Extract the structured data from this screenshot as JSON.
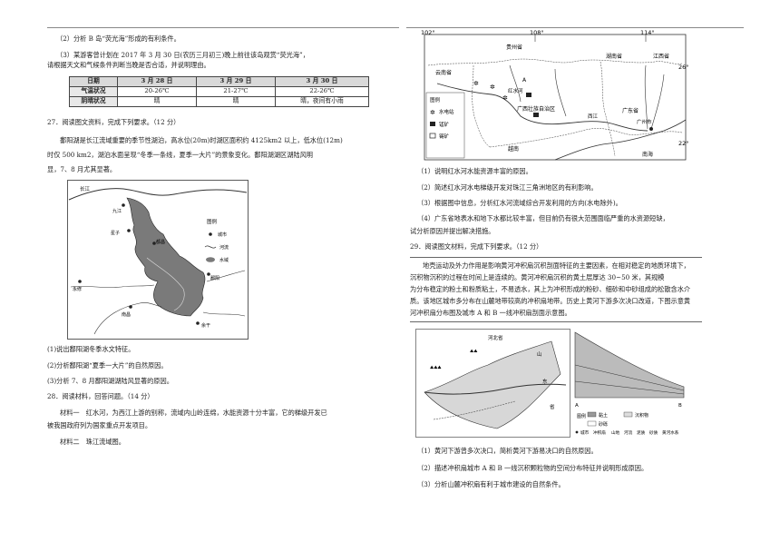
{
  "left": {
    "q2_b": "（2）分析 B 岛“荧光海”形成的有利条件。",
    "q3_line1": "（3）某游客曾计划在 2017 年 3 月 30 日(农历三月初三)晚上前往该岛观赏“荧光海”，",
    "q3_line2": "请根据天文和气候条件判断当晚是否合适，并说明理由。",
    "weather_table": {
      "headers": [
        "日期",
        "3 月 28 日",
        "3 月 29 日",
        "3 月 30 日"
      ],
      "rows": [
        [
          "气温状况",
          "20-26℃",
          "21-27℃",
          "22-26℃"
        ],
        [
          "阴晴状况",
          "晴",
          "晴",
          "晴，夜间有小雨"
        ]
      ]
    },
    "q27_title": "27．阅读图文资料，完成下列要求。（12 分）",
    "q27_text1": "鄱阳湖是长江流域重要的季节性湖泊，高水位(20m)时湖区面积约 4125km2 以上，低水位(12m)",
    "q27_text2": "时仅 500 km2，湖泊水面呈现“冬季一条线，夏季一大片”的景象变化。鄱阳湖湖区湖陆风明",
    "q27_text3": "显，7、8 月尤其显著。",
    "map1": {
      "river_label": "长江",
      "cities": [
        "九江",
        "星子",
        "都昌",
        "鄱阳",
        "永修",
        "南昌",
        "余干"
      ],
      "legend_title": "图例",
      "legend": [
        "城市",
        "河流",
        "水域"
      ]
    },
    "q27_1": "(1)说出鄱阳湖冬季水文特征。",
    "q27_2": "(2)分析鄱阳湖“夏季一大片”的自然原因。",
    "q27_3": "(3)分析 7、8 月鄱阳湖湖陆风显著的原因。",
    "q28_title": "28．阅读材料，回答问题。（14 分）",
    "q28_m1a": "材料一　红水河，为西江上游的别称，流域内山岭连绵，水能资源十分丰富，它的梯级开发已",
    "q28_m1b": "被我国政府列为国家重点开发项目。",
    "q28_m2": "材料二　珠江流域图。"
  },
  "right": {
    "map2": {
      "lon_labels": [
        "102°",
        "108°",
        "114°"
      ],
      "lat_labels": [
        "26°",
        "22°"
      ],
      "regions": [
        "贵州省",
        "湖南省",
        "江西省",
        "云南省",
        "广西壮族自治区",
        "广东省",
        "越南",
        "南海"
      ],
      "rivers": [
        "红水河",
        "西江"
      ],
      "cities": [
        "广州市"
      ],
      "point_labels": [
        "A"
      ],
      "legend_title": "图例",
      "legend": [
        "水电站",
        "锰矿",
        "锡矿"
      ]
    },
    "q28_1": "（1）说明红水河水能资源丰富的原因。",
    "q28_2": "（2）简述红水河水电梯级开发对珠江三角洲地区的有利影响。",
    "q28_3": "（3）根据图中信息，分析红水河流域综合开发利用的方向(水电除外)。",
    "q28_4a": "（4）广东省地表水和地下水都比较丰富，但目前仍有很大范围面临严重的水资源短缺，",
    "q28_4b": "试分析原因并提出解决措施。",
    "q29_title": "29．阅读图文材料，完成下列要求。（12 分）",
    "q29_t1": "地壳运动及外力作用是影响黄河冲积扇沉积剖面特征的主要因素，在相对稳定的地质环境下，",
    "q29_t2": "沉积物沉积的过程在时间上是连续的。黄河冲积扇沉积的黄土层厚达 30~50 米，其规模",
    "q29_t3": "为分布稳定的粉土和粉质粘土，不易透水，其上为冲积形成的粉砂、细砂和中砂组成的松散含水介",
    "q29_t4": "质。该地区城市多分布在山麓地带较高的冲积扇地带。历史上黄河下游多次决口改道，下图示意黄",
    "q29_t5": "河冲积扇分布图及城市 A 和 B 一线冲积扇剖面示意图。",
    "map3": {
      "labels": [
        "河北省",
        "山",
        "东",
        "省"
      ],
      "legend_title": "图例",
      "legend": [
        "城市",
        "冲积扇",
        "山地",
        "河流",
        "泥质",
        "砂质",
        "黄河水系"
      ],
      "profile_labels": [
        "A",
        "B"
      ],
      "profile_legend": [
        "黏土",
        "沉积物",
        "砂砾"
      ]
    },
    "q29_1": "（1）黄河下游曾多次决口，简析黄河下游易决口的自然原因。",
    "q29_2": "（2）描述冲积扇城市 A 和 B 一线沉积颗粒物的空间分布特征并说明形成原因。",
    "q29_3": "（3）分析山麓冲积扇有利于城市建设的自然条件。"
  }
}
